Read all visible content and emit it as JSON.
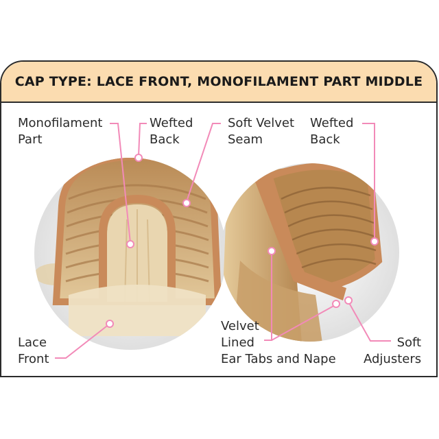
{
  "title": "CAP TYPE: LACE FRONT, MONOFILAMENT PART MIDDLE",
  "labels": {
    "monofilament_part": "Monofilament\nPart",
    "wefted_back_left": "Wefted\nBack",
    "soft_velvet_seam": "Soft Velvet\nSeam",
    "wefted_back_right": "Wefted\nBack",
    "lace_front": "Lace\nFront",
    "velvet_lined": "Velvet\nLined\nEar Tabs and Nape",
    "soft_adjusters": "Soft\nAdjusters"
  },
  "colors": {
    "banner": "#fbdcb0",
    "border": "#2b2b2b",
    "leader_line": "#f28ab8",
    "velvet": "#c98a5a",
    "hair": "#c9a06a"
  }
}
